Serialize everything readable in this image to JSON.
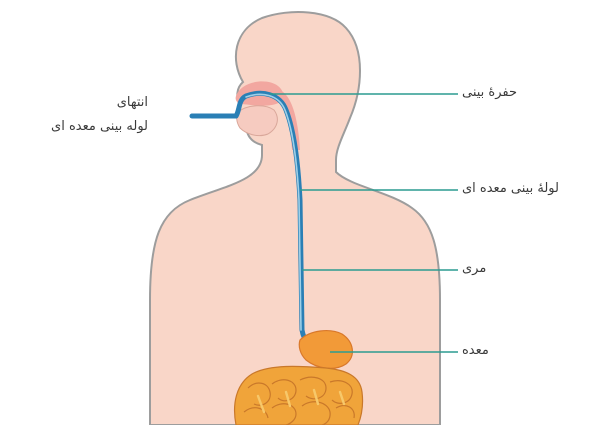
{
  "labels": {
    "nasal_cavity": "حفرهٔ بینی",
    "ng_tube": "لولهٔ بینی معده ای",
    "esophagus": "مری",
    "stomach": "معده",
    "tube_end_line1": "انتهای",
    "tube_end_line2": "لوله بینی معده ای"
  },
  "colors": {
    "skin": "#f9d6c8",
    "outline": "#9d9d9d",
    "nasal_cavity": "#f2a7a0",
    "tube": "#2a7fb5",
    "tube_light": "#9fd0e8",
    "leader_line": "#2c9c90",
    "stomach": "#f29a38",
    "intestine": "#f0a43a"
  }
}
